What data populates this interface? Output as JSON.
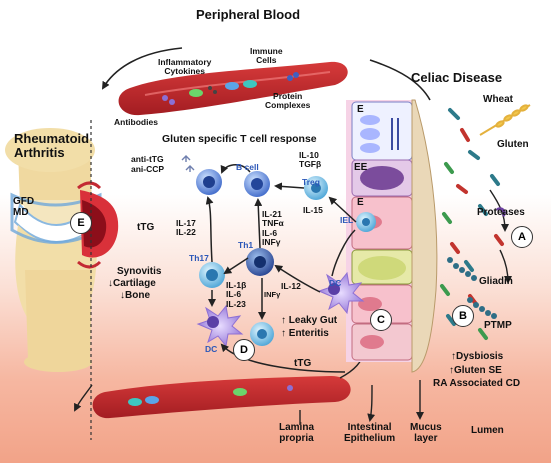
{
  "titles": {
    "peripheral_blood": "Peripheral Blood",
    "celiac_disease": "Celiac Disease",
    "rheumatoid_arthritis": "Rheumatoid\nArthritis",
    "gluten_response": "Gluten specific T cell response"
  },
  "blood_labels": {
    "inflammatory_cytokines": "Inflammatory\nCytokines",
    "immune_cells": "Immune\nCells",
    "protein_complexes": "Protein\nComplexes",
    "antibodies": "Antibodies"
  },
  "joint_labels": {
    "gfd_md": "GFD\nMD",
    "circle_e": "E",
    "ttg_joint": "tTG",
    "synovitis": "Synovitis",
    "cartilage": "↓Cartilage",
    "bone": "↓Bone"
  },
  "immune_labels": {
    "anti_ttg": "anti-tTG",
    "ani_ccp": "ani-CCP",
    "b_cell": "B cell",
    "il10_tgfb": "IL-10\nTGFβ",
    "treg": "Treg",
    "il15": "IL-15",
    "il17_il22": "IL-17\nIL-22",
    "il21_list": "IL-21\nTNFα\nIL-6\nINFγ",
    "th17": "Th17",
    "th1": "Th1",
    "il1_list": "IL-1β\nIL-6\nIL-23",
    "il12": "IL-12",
    "dc_left": "DC",
    "dc_right": "DC",
    "infg": "INFγ",
    "circle_d": "D",
    "leaky_gut": "↑ Leaky Gut",
    "enteritis": "↑  Enteritis",
    "ttg_bottom": "tTG"
  },
  "epithelium_labels": {
    "e_top": "E",
    "ee": "EE",
    "e_mid": "E",
    "iel": "IEL",
    "circle_c": "C"
  },
  "lumen_labels": {
    "wheat": "Wheat",
    "gluten": "Gluten",
    "proteases": "Proteases",
    "circle_a": "A",
    "gliadin": "Gliadin",
    "circle_b": "B",
    "ptmp": "PTMP",
    "dysbiosis": "↑Dysbiosis",
    "gluten_se": "↑Gluten SE",
    "ra_cd": "RA Associated CD"
  },
  "bottom_labels": {
    "lamina_propria": "Lamina\npropria",
    "intestinal_epithelium": "Intestinal\nEpithelium",
    "mucus_layer": "Mucus\nlayer",
    "lumen": "Lumen"
  }
}
